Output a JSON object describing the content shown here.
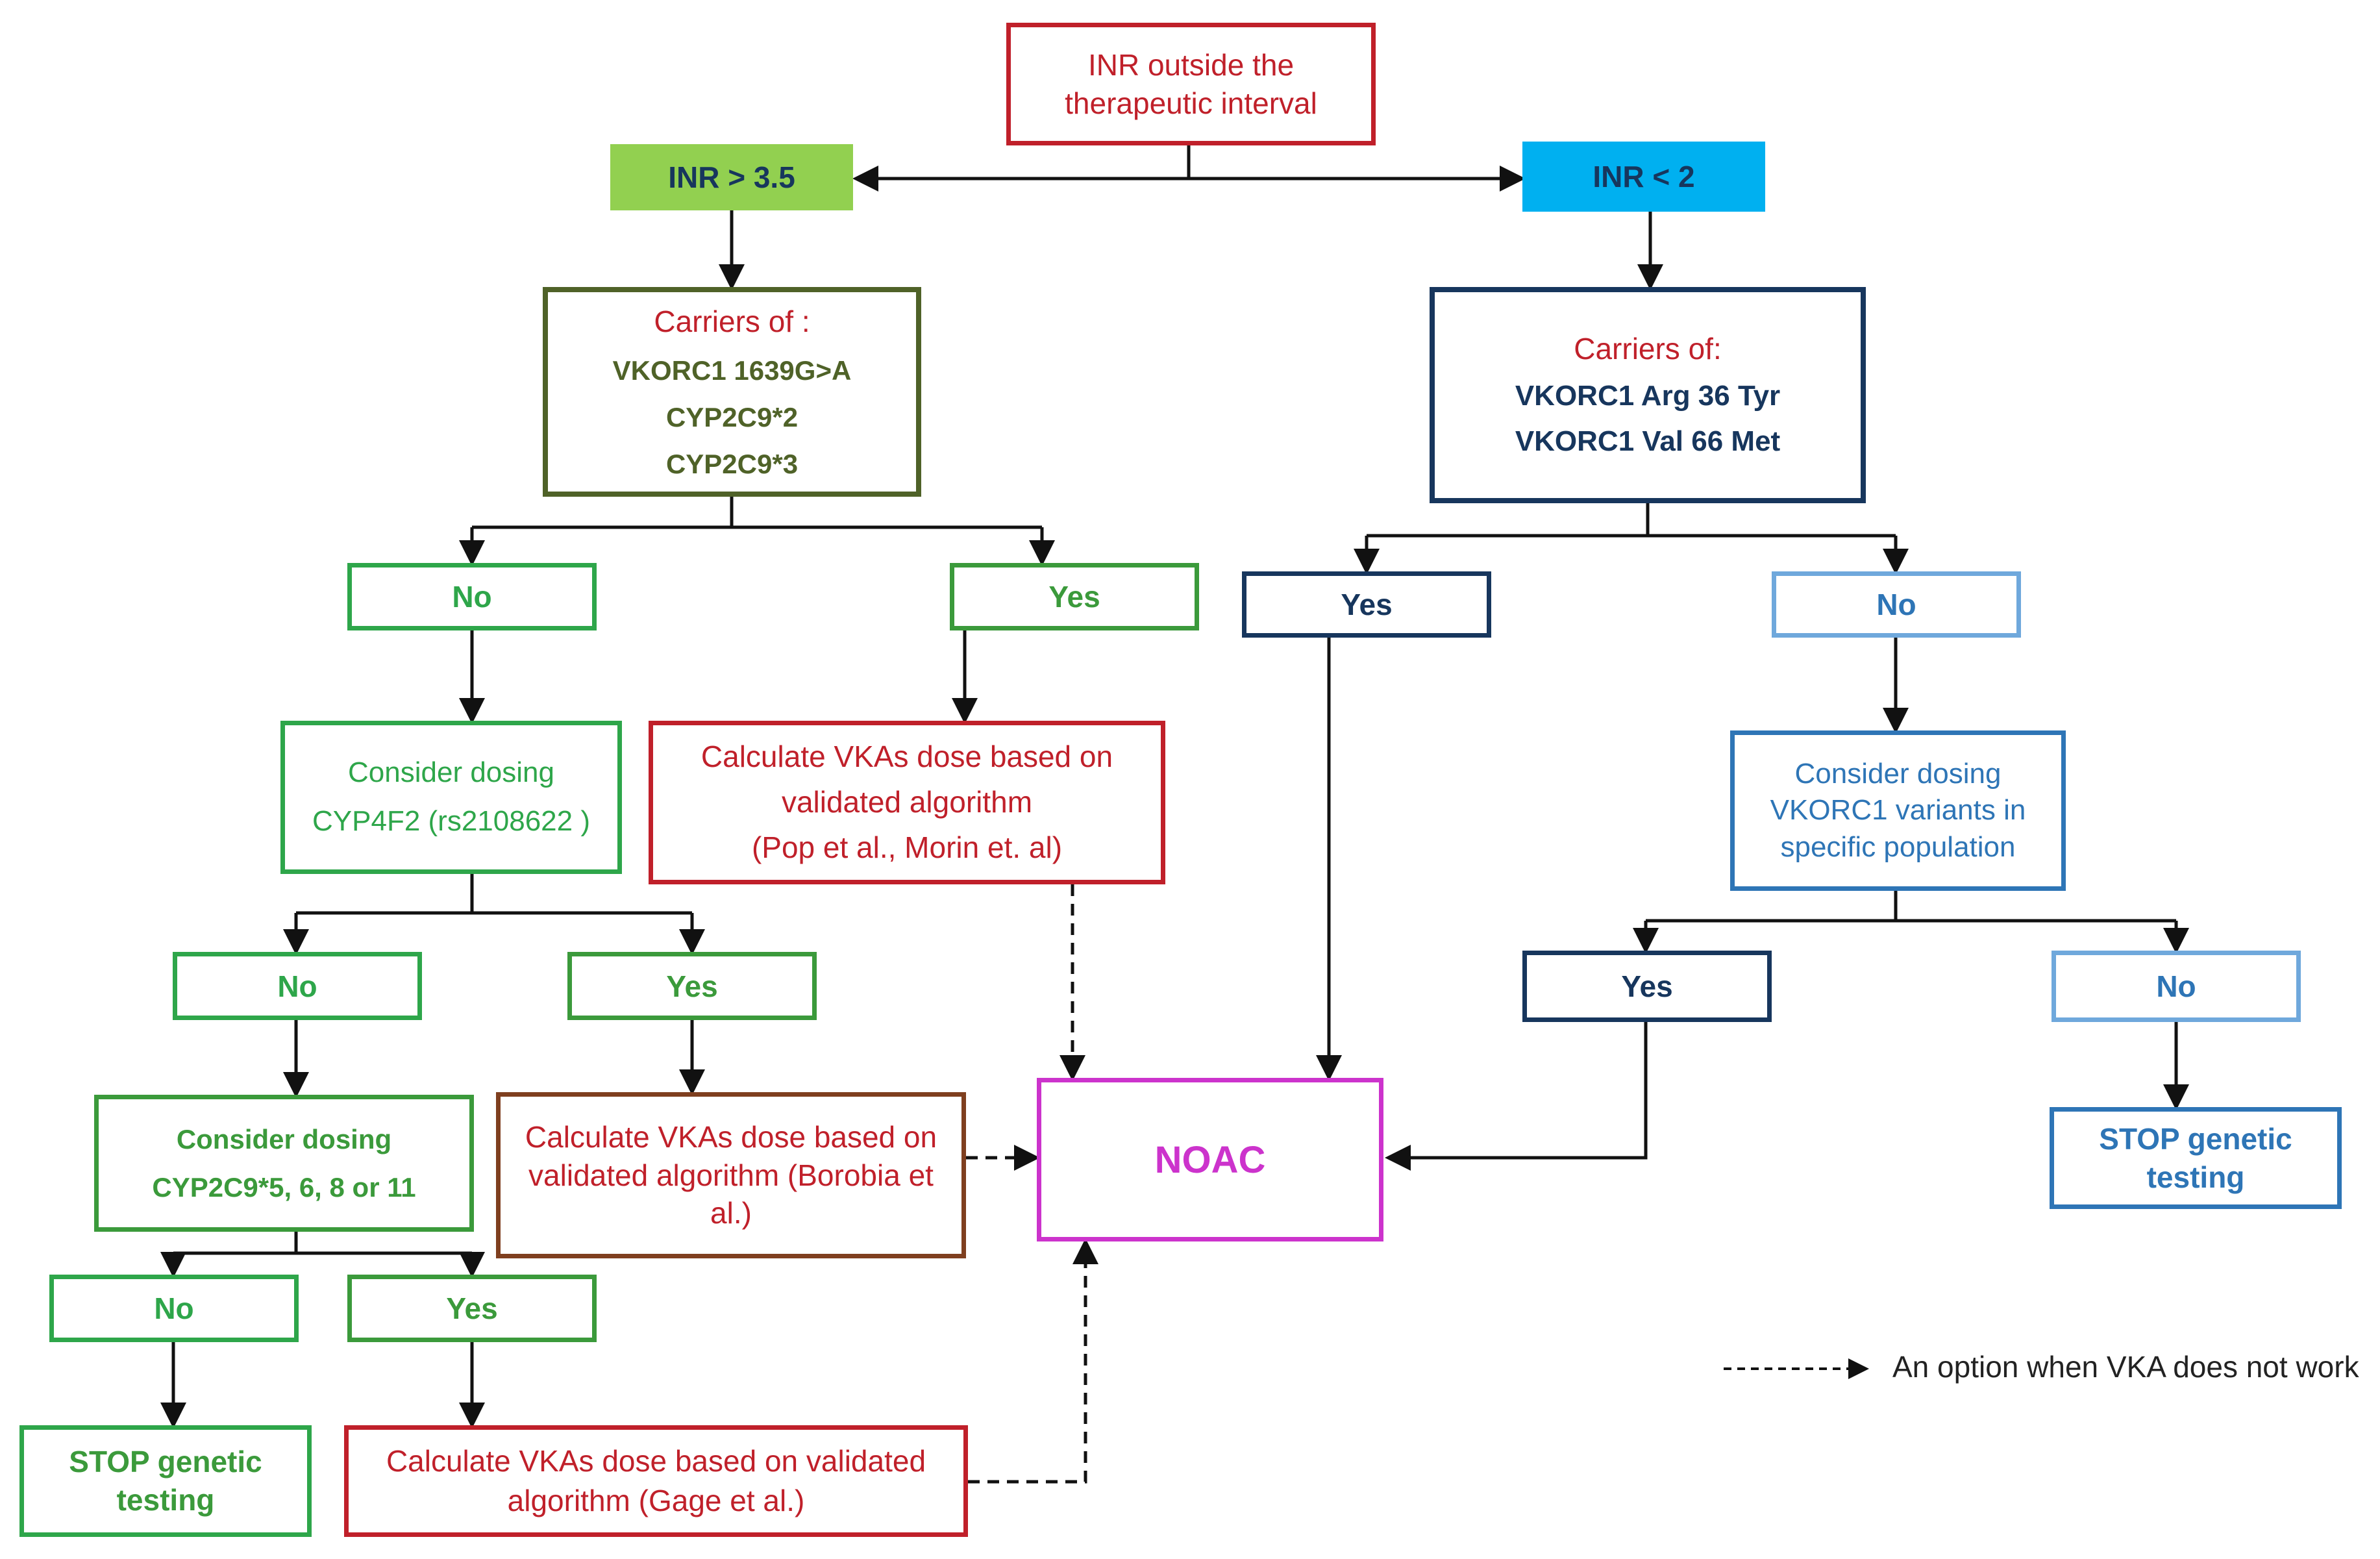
{
  "diagram": {
    "nodes": {
      "inr_outside": {
        "lines": [
          "INR outside the",
          "therapeutic interval"
        ],
        "border": "#c0202a",
        "color": "#c0202a"
      },
      "inr_high": {
        "lines": [
          "INR > 3.5"
        ],
        "fill": "#92d050",
        "color": "#17365d"
      },
      "inr_low": {
        "lines": [
          "INR < 2"
        ],
        "fill": "#00b0f0",
        "color": "#17365d"
      },
      "carriers_left": {
        "lines": [
          "Carriers of :",
          "VKORC1  1639G>A",
          "CYP2C9*2",
          "CYP2C9*3"
        ],
        "border": "#4f6228",
        "color": "#4f6228",
        "title_color": "#c0202a"
      },
      "carriers_right": {
        "lines": [
          "Carriers of:",
          "VKORC1  Arg 36 Tyr",
          "VKORC1 Val 66  Met"
        ],
        "border": "#17365d",
        "color": "#17365d",
        "title_color": "#c0202a"
      },
      "no_1": {
        "lines": [
          "No"
        ],
        "border": "#2ea64a",
        "color": "#2ea64a"
      },
      "yes_1": {
        "lines": [
          "Yes"
        ],
        "border": "#3b9a3b",
        "color": "#3b9a3b"
      },
      "yes_r1": {
        "lines": [
          "Yes"
        ],
        "border": "#17365d",
        "color": "#17365d"
      },
      "no_r1": {
        "lines": [
          "No"
        ],
        "border": "#6fa8dc",
        "color": "#2e75b6"
      },
      "consider_cyp4f2": {
        "lines": [
          "Consider dosing",
          "CYP4F2 (rs2108622  )"
        ],
        "border": "#2ea64a",
        "color": "#2ea64a"
      },
      "calc_pop": {
        "lines": [
          "Calculate VKAs dose based on",
          "validated algorithm",
          "(Pop et al., Morin et. al)"
        ],
        "border": "#c0202a",
        "color": "#c0202a"
      },
      "consider_vkorc1": {
        "lines": [
          "Consider dosing",
          "VKORC1 variants in",
          "specific population"
        ],
        "border": "#2e75b6",
        "color": "#2e75b6"
      },
      "no_2": {
        "lines": [
          "No"
        ],
        "border": "#2ea64a",
        "color": "#2ea64a"
      },
      "yes_2": {
        "lines": [
          "Yes"
        ],
        "border": "#3b9a3b",
        "color": "#3b9a3b"
      },
      "yes_r2": {
        "lines": [
          "Yes"
        ],
        "border": "#17365d",
        "color": "#17365d"
      },
      "no_r2": {
        "lines": [
          "No"
        ],
        "border": "#6fa8dc",
        "color": "#2e75b6"
      },
      "consider_cyp2c9": {
        "lines": [
          "Consider dosing",
          "CYP2C9*5, 6, 8 or 11"
        ],
        "border": "#3b9a3b",
        "color": "#3b9a3b"
      },
      "calc_borobia": {
        "lines": [
          "Calculate VKAs dose based on",
          "validated algorithm (Borobia et",
          "al.)"
        ],
        "border": "#7f3f1f",
        "color": "#c0202a"
      },
      "noac": {
        "lines": [
          "NOAC"
        ],
        "border": "#cc33cc",
        "color": "#cc33cc"
      },
      "stop_right": {
        "lines": [
          "STOP genetic",
          "testing"
        ],
        "border": "#2e75b6",
        "color": "#2e75b6"
      },
      "no_3": {
        "lines": [
          "No"
        ],
        "border": "#2ea64a",
        "color": "#2ea64a"
      },
      "yes_3": {
        "lines": [
          "Yes"
        ],
        "border": "#3b9a3b",
        "color": "#3b9a3b"
      },
      "stop_left": {
        "lines": [
          "STOP genetic",
          "testing"
        ],
        "border": "#2ea64a",
        "color": "#3b9a3b"
      },
      "calc_gage": {
        "lines": [
          "Calculate VKAs dose based on   validated",
          "algorithm (Gage et al.)"
        ],
        "border": "#c0202a",
        "color": "#c0202a"
      }
    },
    "legend": {
      "text": "An option when VKA does not work"
    }
  }
}
